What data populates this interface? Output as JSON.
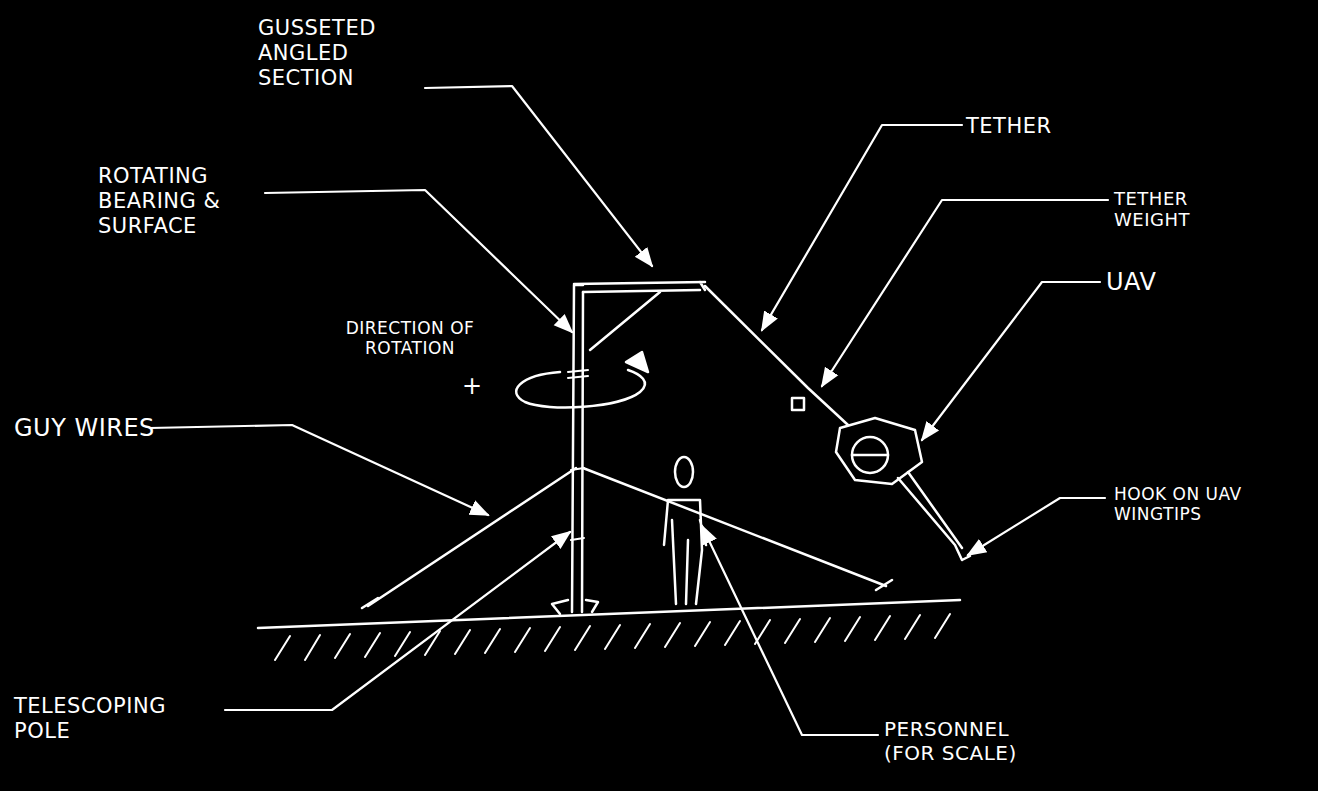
{
  "diagram": {
    "labels": [
      "GUSSETED ANGLED SECTION",
      "TETHER",
      "TETHER WEIGHT",
      "UAV",
      "ROTATING BEARING & SURFACE",
      "DIRECTION OF ROTATION",
      "+",
      "GUY WIRES",
      "HOOK ON UAV WINGTIPS",
      "TELESCOPING POLE",
      "PERSONNEL (FOR SCALE)"
    ]
  }
}
